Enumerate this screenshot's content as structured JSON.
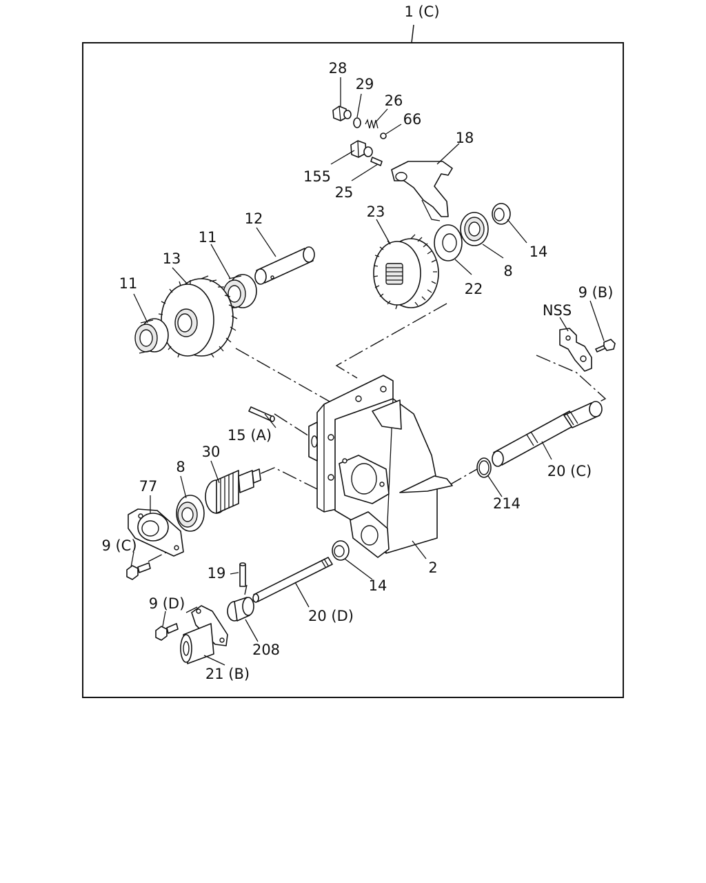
{
  "diagram": {
    "assembly_label": "1 (C)",
    "callouts": [
      {
        "id": "c28",
        "text": "28"
      },
      {
        "id": "c29",
        "text": "29"
      },
      {
        "id": "c26",
        "text": "26"
      },
      {
        "id": "c66",
        "text": "66"
      },
      {
        "id": "c18",
        "text": "18"
      },
      {
        "id": "c155",
        "text": "155"
      },
      {
        "id": "c25",
        "text": "25"
      },
      {
        "id": "c12",
        "text": "12"
      },
      {
        "id": "c11a",
        "text": "11"
      },
      {
        "id": "c13",
        "text": "13"
      },
      {
        "id": "c11b",
        "text": "11"
      },
      {
        "id": "c23",
        "text": "23"
      },
      {
        "id": "c14a",
        "text": "14"
      },
      {
        "id": "c8a",
        "text": "8"
      },
      {
        "id": "c22",
        "text": "22"
      },
      {
        "id": "c9b",
        "text": "9 (B)"
      },
      {
        "id": "cnss",
        "text": "NSS"
      },
      {
        "id": "c15a",
        "text": "15 (A)"
      },
      {
        "id": "c30",
        "text": "30"
      },
      {
        "id": "c8b",
        "text": "8"
      },
      {
        "id": "c77",
        "text": "77"
      },
      {
        "id": "c20c",
        "text": "20 (C)"
      },
      {
        "id": "c214",
        "text": "214"
      },
      {
        "id": "c9c",
        "text": "9 (C)"
      },
      {
        "id": "c2",
        "text": "2"
      },
      {
        "id": "c14b",
        "text": "14"
      },
      {
        "id": "c19",
        "text": "19"
      },
      {
        "id": "c9d",
        "text": "9 (D)"
      },
      {
        "id": "c20d",
        "text": "20 (D)"
      },
      {
        "id": "c208",
        "text": "208"
      },
      {
        "id": "c21b",
        "text": "21 (B)"
      }
    ]
  }
}
